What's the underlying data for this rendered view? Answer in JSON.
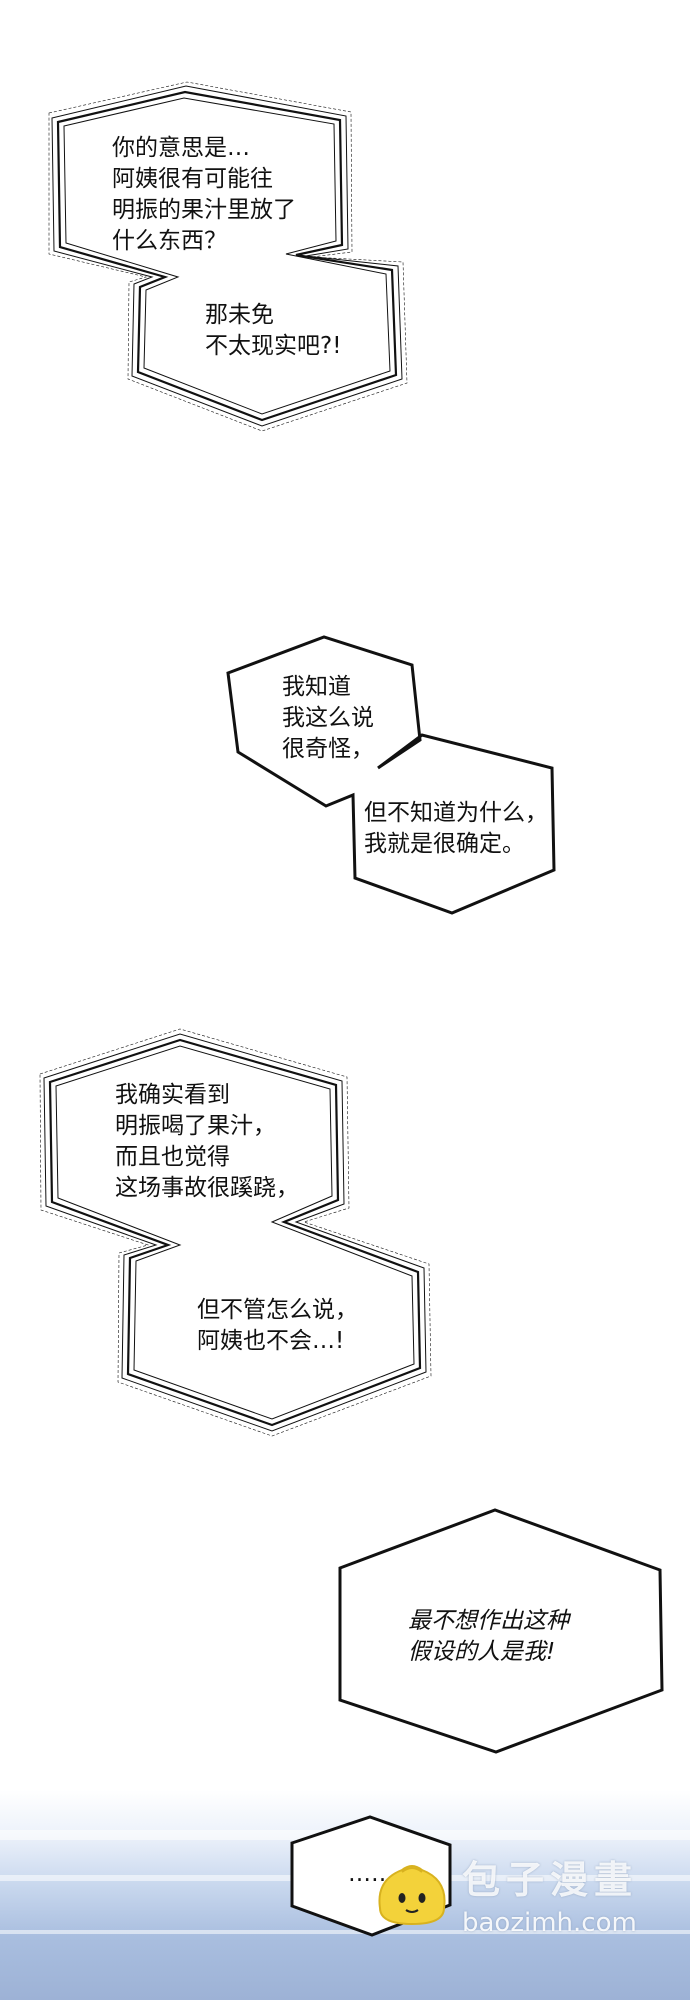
{
  "panels": [
    {
      "id": "b1",
      "style": "sketchy",
      "lines": [
        "你的意思是…",
        "阿姨很有可能往",
        "明振的果汁里放了",
        "什么东西？"
      ]
    },
    {
      "id": "b2",
      "style": "sketchy",
      "lines": [
        "那未免",
        "不太现实吧?!"
      ]
    },
    {
      "id": "b3",
      "style": "plain",
      "lines": [
        "我知道",
        "我这么说",
        "很奇怪，"
      ]
    },
    {
      "id": "b4",
      "style": "plain",
      "lines": [
        "但不知道为什么，",
        "我就是很确定。"
      ]
    },
    {
      "id": "b5",
      "style": "sketchy",
      "lines": [
        "我确实看到",
        "明振喝了果汁，",
        "而且也觉得",
        "这场事故很蹊跷，"
      ]
    },
    {
      "id": "b6",
      "style": "sketchy",
      "lines": [
        "但不管怎么说，",
        "阿姨也不会…!"
      ]
    },
    {
      "id": "b7",
      "style": "plain-italic",
      "lines": [
        "最不想作出这种",
        "假设的人是我!"
      ]
    },
    {
      "id": "b8",
      "style": "plain",
      "lines": [
        "……"
      ]
    }
  ],
  "text": {
    "b1": "你的意思是…\n阿姨很有可能往\n明振的果汁里放了\n什么东西？",
    "b2": "那未免\n不太现实吧?!",
    "b3": "我知道\n我这么说\n很奇怪，",
    "b4": "但不知道为什么，\n我就是很确定。",
    "b5": "我确实看到\n明振喝了果汁，\n而且也觉得\n这场事故很蹊跷，",
    "b6": "但不管怎么说，\n阿姨也不会…!",
    "b7": "最不想作出这种\n假设的人是我!",
    "b8": "……"
  },
  "watermark": {
    "name": "包子漫畫",
    "url": "baozimh.com",
    "logo_icon": "bun-face-icon",
    "logo_color": "#f3d23a"
  },
  "colors": {
    "ink": "#111111",
    "background": "#ffffff",
    "bottom_sky": "#a9bedf"
  }
}
